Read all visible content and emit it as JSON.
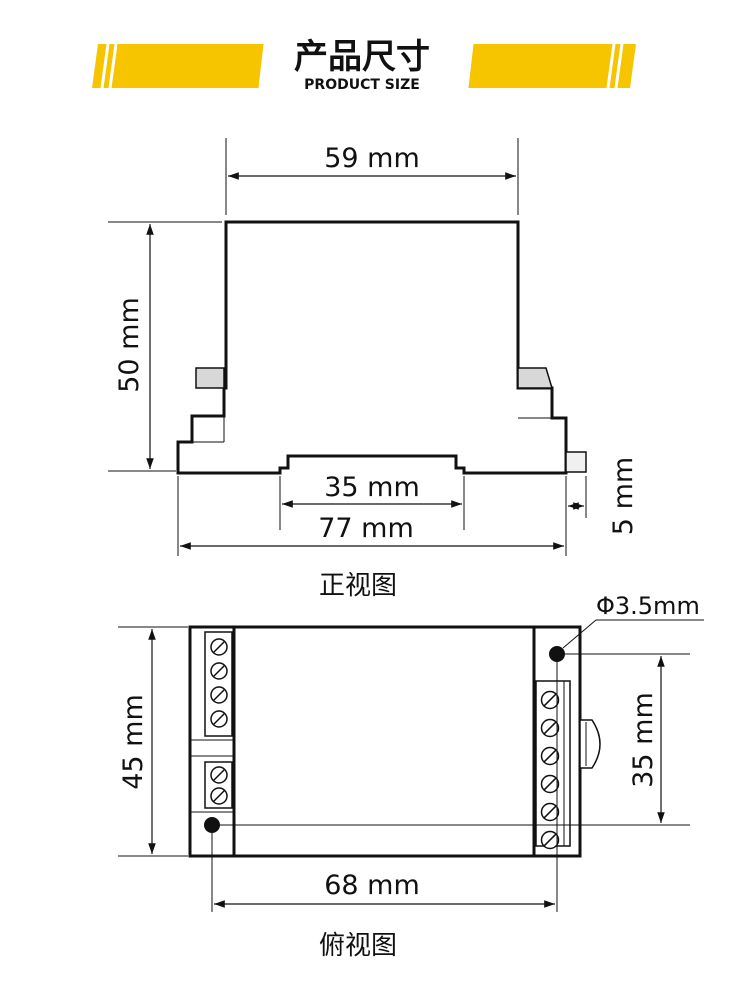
{
  "header": {
    "title": "产品尺寸",
    "subtitle": "PRODUCT SIZE",
    "accent_color": "#f7c400"
  },
  "front_view": {
    "width_label": "59 mm",
    "height_label": "50 mm",
    "rail_label": "35 mm",
    "base_width_label": "77 mm",
    "clip_label": "5 mm",
    "view_name": "正视图"
  },
  "top_view": {
    "hole_label": "Φ3.5mm",
    "height_label": "45 mm",
    "hole_spacing_label": "35 mm",
    "length_label": "68 mm",
    "view_name": "俯视图",
    "left_terminal_top_count": 4,
    "left_terminal_bottom_count": 2,
    "right_terminal_count": 6
  }
}
